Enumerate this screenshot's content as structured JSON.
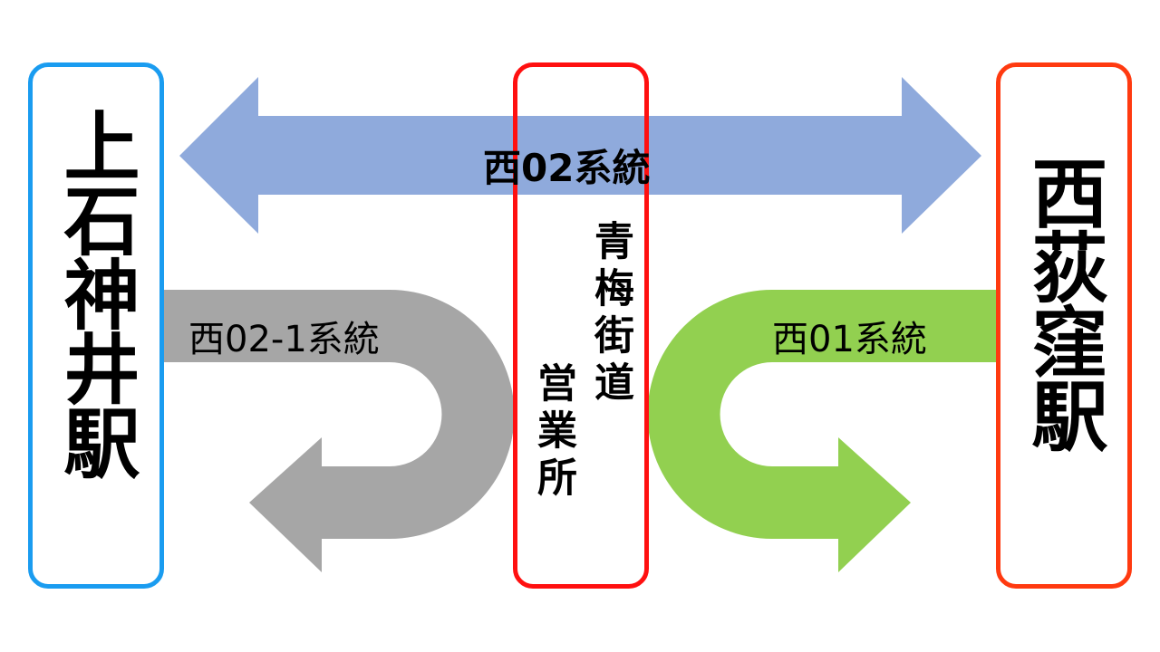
{
  "stations": {
    "left": {
      "name": "上石神井駅",
      "color": "#1a9cf0"
    },
    "center": {
      "name_line1": "青梅街道",
      "name_line2": "営業所",
      "color": "#ff1010"
    },
    "right": {
      "name": "西荻窪駅",
      "color": "#ff3a10"
    }
  },
  "routes": {
    "nishi02": {
      "label": "西02系統",
      "color": "#8faadc"
    },
    "nishi02_1": {
      "label": "西02-1系統",
      "color": "#a6a6a6"
    },
    "nishi01": {
      "label": "西01系統",
      "color": "#92d050"
    }
  }
}
